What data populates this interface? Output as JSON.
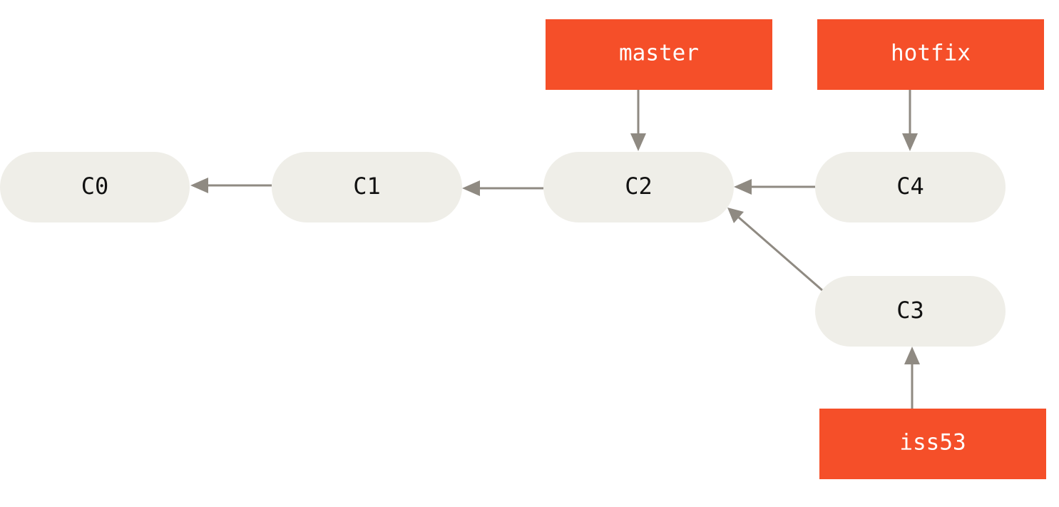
{
  "commits": {
    "c0": {
      "label": "C0"
    },
    "c1": {
      "label": "C1"
    },
    "c2": {
      "label": "C2"
    },
    "c3": {
      "label": "C3"
    },
    "c4": {
      "label": "C4"
    }
  },
  "branches": {
    "master": {
      "label": "master",
      "points_to": "C2"
    },
    "hotfix": {
      "label": "hotfix",
      "points_to": "C4"
    },
    "iss53": {
      "label": "iss53",
      "points_to": "C3"
    }
  },
  "parent_links": [
    {
      "from": "C1",
      "to": "C0"
    },
    {
      "from": "C2",
      "to": "C1"
    },
    {
      "from": "C4",
      "to": "C2"
    },
    {
      "from": "C3",
      "to": "C2"
    }
  ],
  "colors": {
    "branch_fill": "#f54f29",
    "commit_fill": "#efeee8",
    "arrow": "#8f8a82",
    "branch_text": "#ffffff",
    "commit_text": "#111111"
  }
}
